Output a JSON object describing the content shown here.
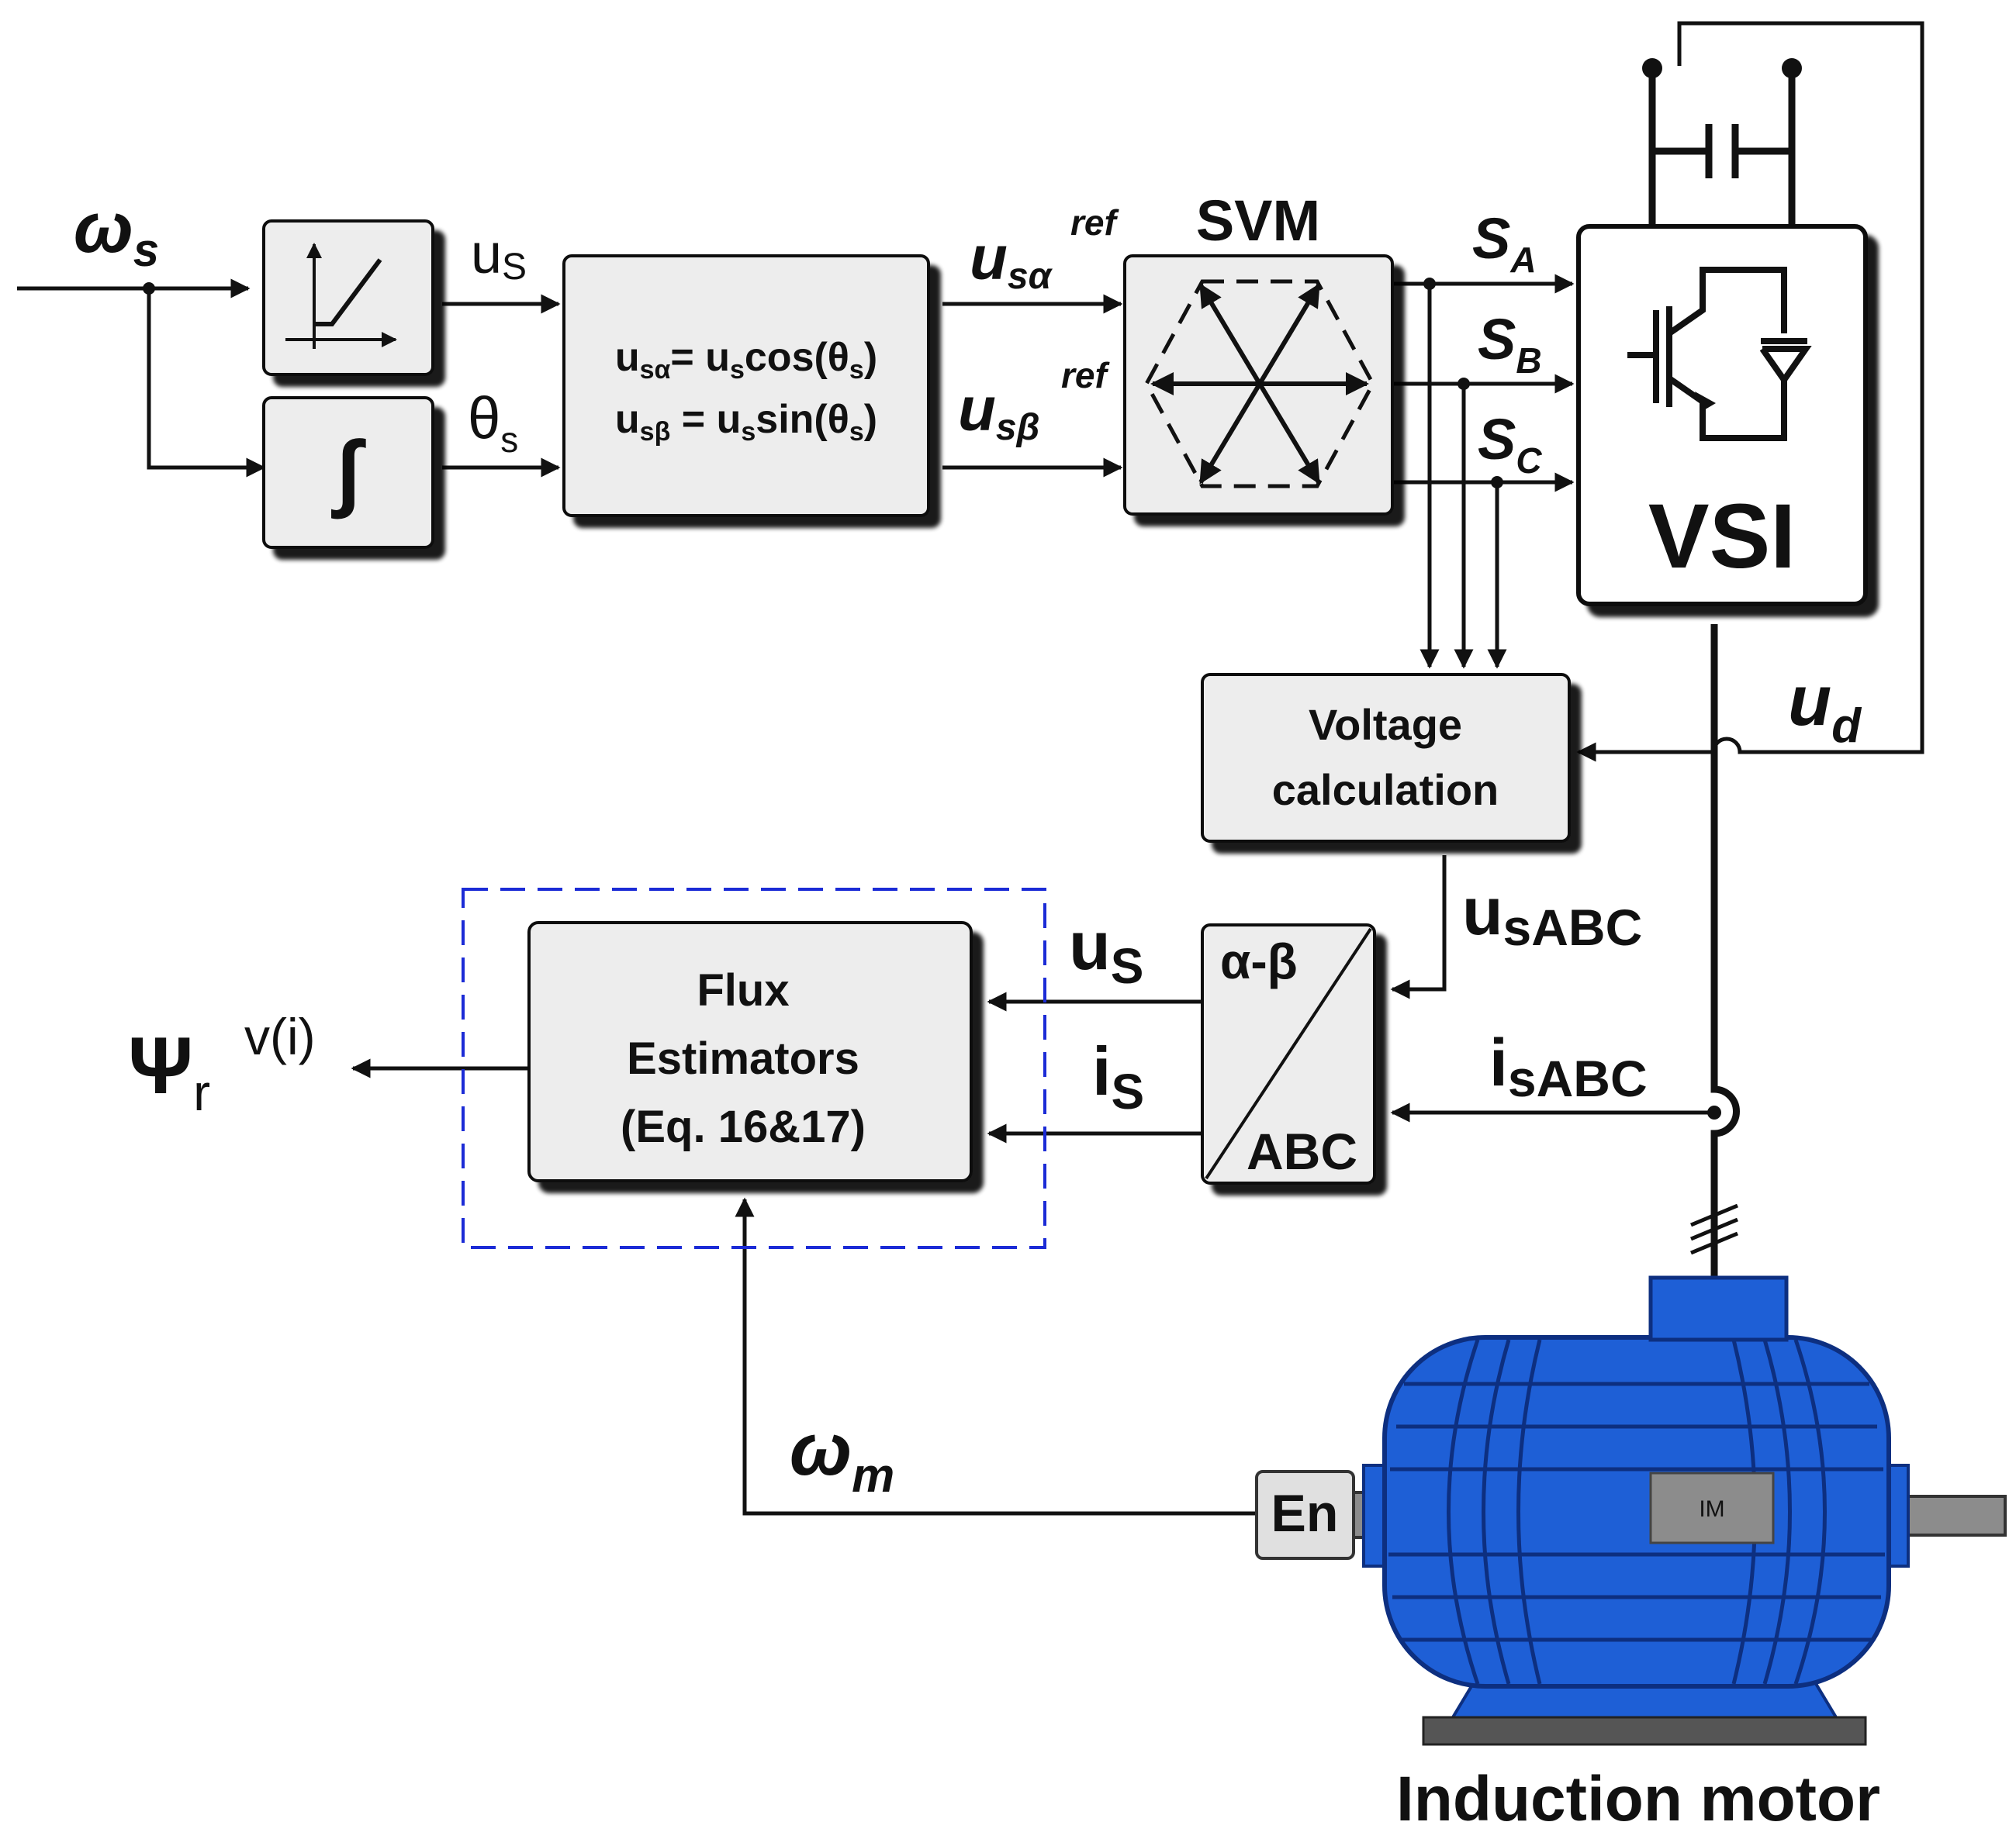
{
  "signals": {
    "omega_s": {
      "main": "ω",
      "sub": "s"
    },
    "u_s_top": {
      "main": "u",
      "sub": "S"
    },
    "theta_s": {
      "main": "θ",
      "sub": "s"
    },
    "u_salpha_ref": {
      "main": "u",
      "sub": "sα",
      "sup": "ref"
    },
    "u_sbeta_ref": {
      "main": "u",
      "sub": "sβ",
      "sup": "ref"
    },
    "S_A": {
      "main": "S",
      "sub": "A"
    },
    "S_B": {
      "main": "S",
      "sub": "B"
    },
    "S_C": {
      "main": "S",
      "sub": "C"
    },
    "u_d": {
      "main": "u",
      "sub": "d"
    },
    "u_sABC": {
      "main": "u",
      "sub": "sABC"
    },
    "i_sABC": {
      "main": "i",
      "sub": "sABC"
    },
    "u_s_flux": {
      "main": "u",
      "sub": "S"
    },
    "i_s_flux": {
      "main": "i",
      "sub": "S"
    },
    "psi_r": {
      "main": "Ψ",
      "sub": "r",
      "sup": "v(i)"
    },
    "omega_m": {
      "main": "ω",
      "sub": "m"
    }
  },
  "blocks": {
    "integrator": "∫",
    "transform_eq1": {
      "a": "u",
      "b": "sα",
      "c": "= u",
      "d": "s",
      "e": "cos(θ",
      "f": "s",
      "g": ")"
    },
    "transform_eq2": {
      "a": "u",
      "b": "sβ",
      "c": " = u",
      "d": "s",
      "e": "sin(θ",
      "f": "s",
      "g": ")"
    },
    "svm": "SVM",
    "vsi": "VSI",
    "voltage_calc": [
      "Voltage",
      "calculation"
    ],
    "alpha_beta_top": "α-β",
    "alpha_beta_bottom": "ABC",
    "flux_estimators": [
      "Flux",
      "Estimators",
      "(Eq. 16&17)"
    ],
    "encoder": "En",
    "motor_plate": "IM",
    "motor_label": "Induction motor"
  },
  "colors": {
    "block_fill": "#ededed",
    "motor_blue": "#1e5fd6",
    "motor_dark": "#0d2f80",
    "dashed_box": "#1b2bd6",
    "encoder_fill": "#e0e0e0",
    "plate_fill": "#8c8c8c"
  }
}
